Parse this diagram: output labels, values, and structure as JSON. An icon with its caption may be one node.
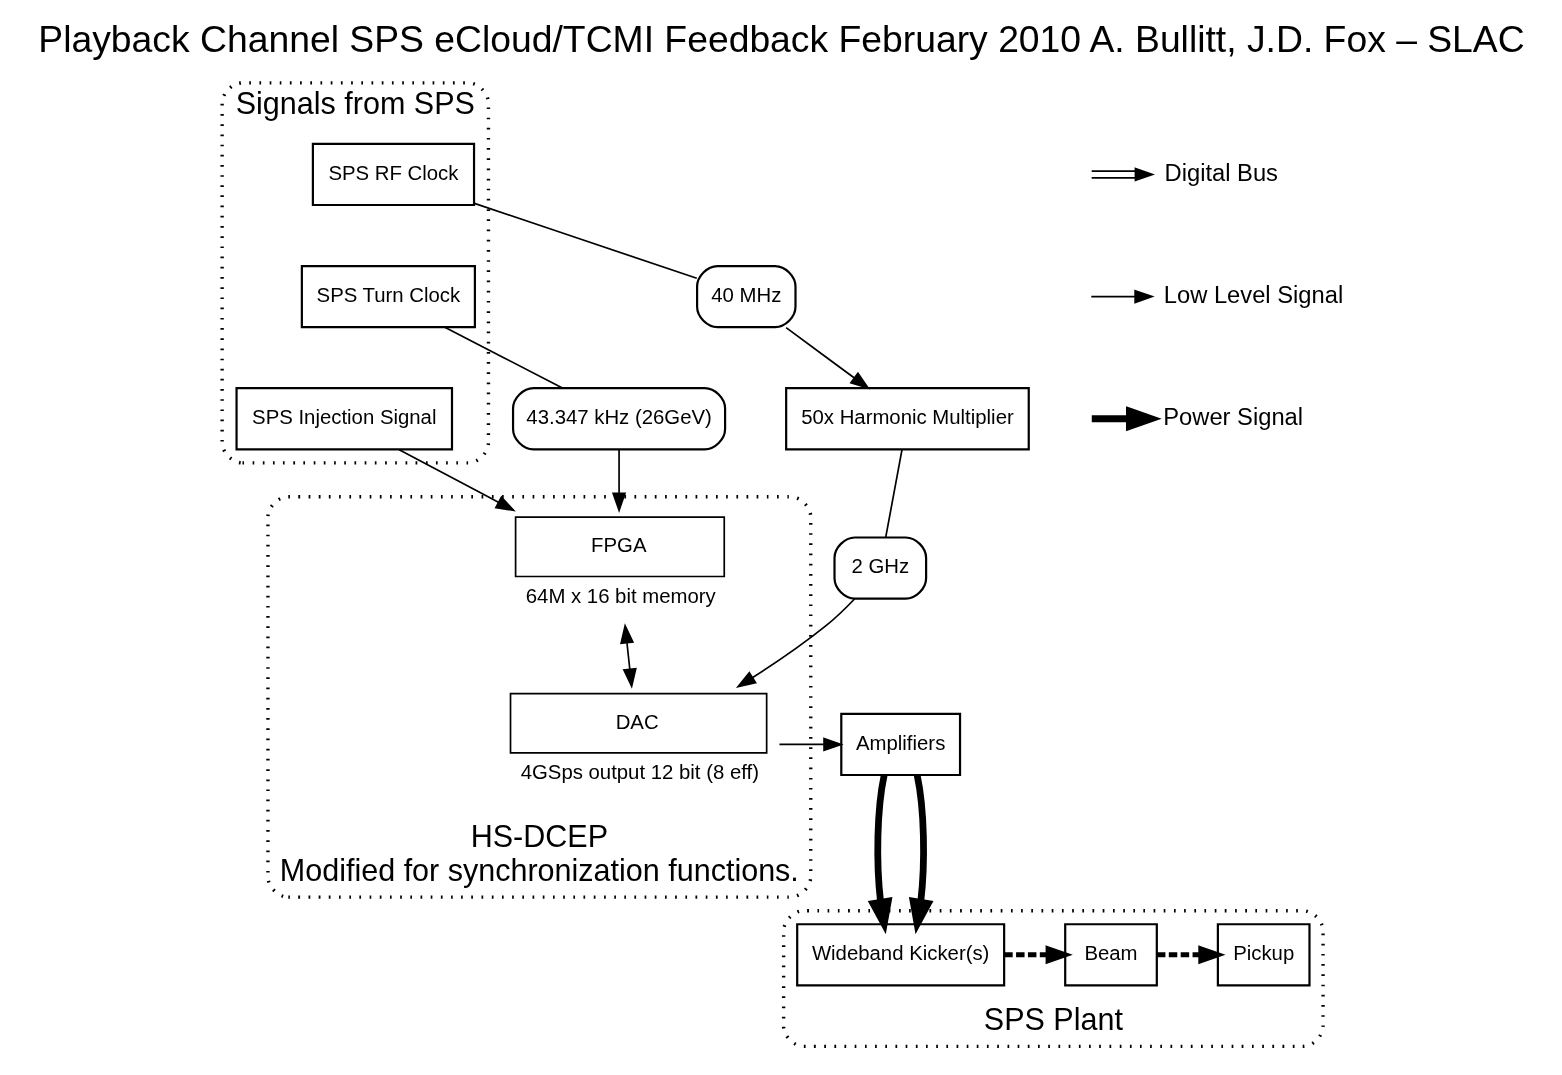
{
  "diagram": {
    "title": "Playback Channel SPS eCloud/TCMI Feedback February 2010 A. Bullitt, J.D. Fox – SLAC",
    "nodes": [
      {
        "text": [
          "Signals from SPS"
        ]
      },
      {
        "text": [
          "SPS RF Clock"
        ],
        "in": 0
      },
      {
        "text": [
          "SPS Turn Clock"
        ],
        "in": 0
      },
      {
        "text": [
          "SPS Injection Signal"
        ],
        "in": 0
      },
      {
        "text": [
          "40 MHz"
        ]
      },
      {
        "text": [
          "43.347 kHz (26GeV)"
        ]
      },
      {
        "text": [
          "50x Harmonic Multiplier"
        ]
      },
      {
        "text": [
          "2 GHz"
        ]
      },
      {
        "text": [
          "HS-DCEP",
          "Modified for synchronization functions."
        ]
      },
      {
        "text": [
          "FPGA"
        ],
        "in": 8,
        "beside": [
          "64M x 16 bit memory"
        ]
      },
      {
        "text": [
          "DAC"
        ],
        "in": 8,
        "beside": [
          "4GSps output 12 bit (8 eff)"
        ]
      },
      {
        "text": [
          "Amplifiers"
        ]
      },
      {
        "text": [
          "SPS Plant"
        ]
      },
      {
        "text": [
          "Pickup"
        ],
        "in": 12
      },
      {
        "text": [
          "Beam"
        ],
        "in": 12
      },
      {
        "text": [
          "Wideband Kicker(s)"
        ],
        "in": 12
      }
    ],
    "edges": [
      {
        "from": 1,
        "to": 4,
        "arrow": "none"
      },
      {
        "from": 4,
        "to": 6,
        "arrow": "to"
      },
      {
        "from": 2,
        "to": 5,
        "arrow": "none"
      },
      {
        "from": 5,
        "to": 9,
        "arrow": "to"
      },
      {
        "from": 3,
        "to": 9,
        "arrow": "to"
      },
      {
        "from": 6,
        "to": 7,
        "arrow": "none"
      },
      {
        "from": 7,
        "to": 10,
        "arrow": "to"
      },
      {
        "from": 9,
        "to": 10,
        "arrow": "both"
      },
      {
        "from": 10,
        "to": 11,
        "arrow": "to"
      },
      {
        "from": 11,
        "to": 15,
        "arrow": "to",
        "style": "thick"
      },
      {
        "from": 11,
        "to": 15,
        "arrow": "to",
        "style": "thick"
      },
      {
        "from": 15,
        "to": 14,
        "arrow": "to",
        "style": "dashed"
      },
      {
        "from": 14,
        "to": 13,
        "arrow": "to",
        "style": "dashed"
      }
    ],
    "legend": [
      {
        "text": "Digital Bus"
      },
      {
        "text": "Low Level Signal"
      },
      {
        "text": "Power Signal"
      }
    ]
  }
}
